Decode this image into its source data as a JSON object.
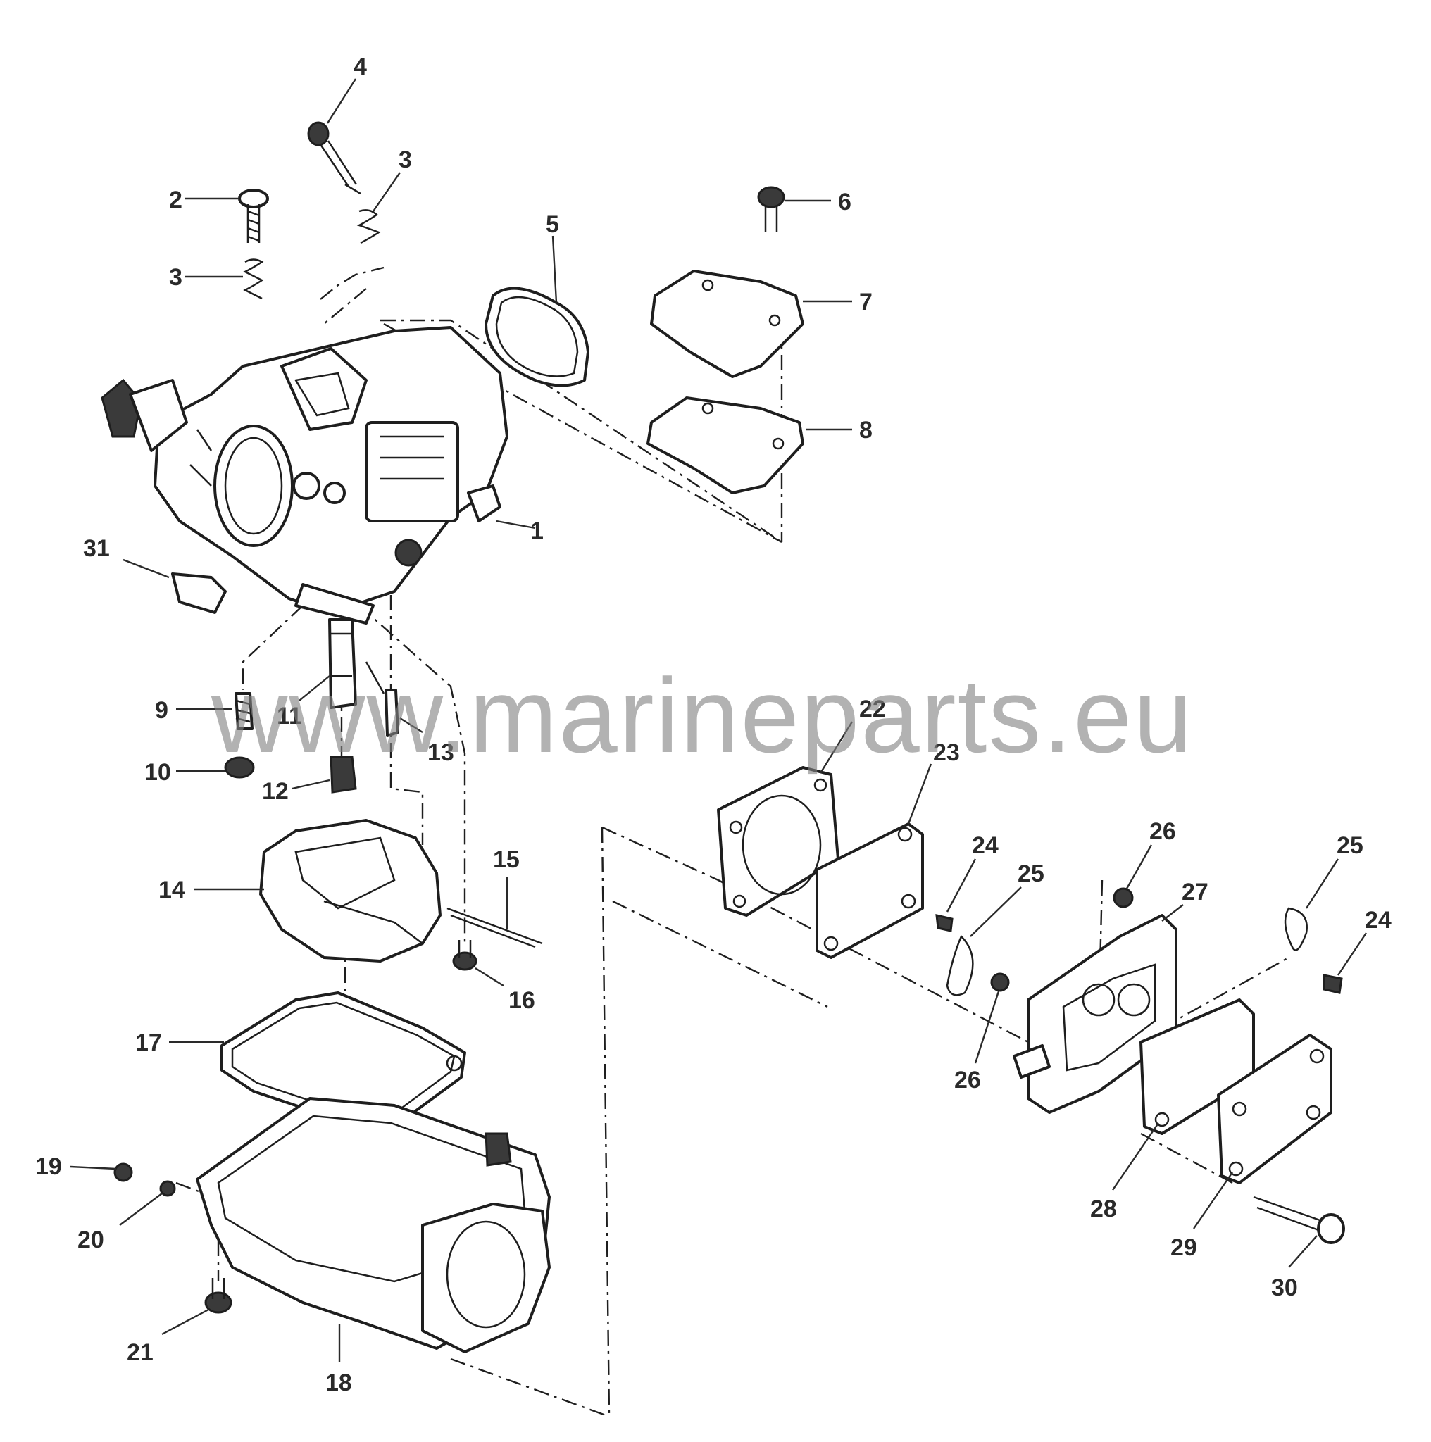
{
  "watermark": "www.marineparts.eu",
  "callouts": [
    "1",
    "2",
    "3",
    "3",
    "4",
    "5",
    "6",
    "7",
    "8",
    "9",
    "10",
    "11",
    "12",
    "13",
    "14",
    "15",
    "16",
    "17",
    "18",
    "19",
    "20",
    "21",
    "22",
    "23",
    "24",
    "25",
    "26",
    "27",
    "24",
    "25",
    "26",
    "28",
    "29",
    "30",
    "31"
  ]
}
